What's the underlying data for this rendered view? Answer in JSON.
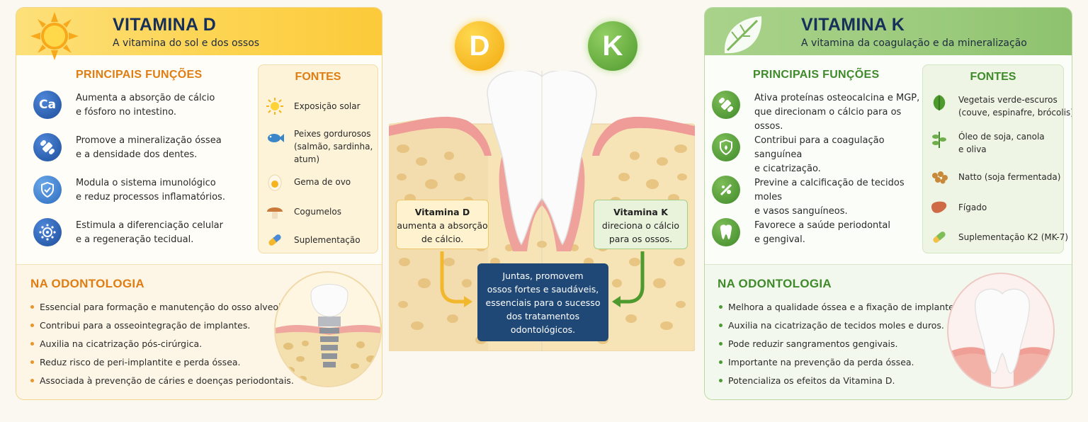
{
  "vit_d": {
    "title": "VITAMINA D",
    "subtitle": "A vitamina do sol e dos ossos",
    "functions_title": "PRINCIPAIS FUNÇÕES",
    "functions": [
      {
        "icon": "calcium-icon",
        "icon_text": "Ca",
        "lines": [
          "Aumenta a absorção de cálcio",
          "e fósforo no intestino."
        ]
      },
      {
        "icon": "bone-icon",
        "lines": [
          "Promove a mineralização óssea",
          "e a densidade dos dentes."
        ]
      },
      {
        "icon": "shield-icon",
        "lines": [
          "Modula o sistema imunológico",
          "e reduz processos inflamatórios."
        ]
      },
      {
        "icon": "cell-icon",
        "lines": [
          "Estimula a diferenciação celular",
          "e a regeneração tecidual."
        ]
      }
    ],
    "sources_title": "FONTES",
    "sources": [
      {
        "icon": "sun-icon",
        "lines": [
          "Exposição solar"
        ]
      },
      {
        "icon": "fish-icon",
        "lines": [
          "Peixes gordurosos",
          "(salmão, sardinha,",
          "atum)"
        ]
      },
      {
        "icon": "egg-icon",
        "lines": [
          "Gema de ovo"
        ]
      },
      {
        "icon": "mushroom-icon",
        "lines": [
          "Cogumelos"
        ]
      },
      {
        "icon": "pill-icon",
        "lines": [
          "Suplementação"
        ]
      }
    ],
    "dentistry_title": "NA ODONTOLOGIA",
    "dentistry": [
      "Essencial para formação e manutenção do osso alveolar.",
      "Contribui para a osseointegração de implantes.",
      "Auxilia na cicatrização pós-cirúrgica.",
      "Reduz risco de peri-implantite e perda óssea.",
      "Associada à prevenção de cáries e doenças periodontais."
    ]
  },
  "vit_k": {
    "title": "VITAMINA K",
    "subtitle": "A vitamina da coagulação e da mineralização",
    "functions_title": "PRINCIPAIS FUNÇÕES",
    "functions": [
      {
        "icon": "bone-icon",
        "lines": [
          "Ativa proteínas osteocalcina e MGP,",
          "que direcionam o cálcio para os ossos."
        ]
      },
      {
        "icon": "shield-icon",
        "lines": [
          "Contribui para a coagulação sanguínea",
          "e cicatrização."
        ]
      },
      {
        "icon": "vessel-icon",
        "lines": [
          "Previne a calcificação de tecidos moles",
          "e vasos sanguíneos."
        ]
      },
      {
        "icon": "tooth-icon",
        "lines": [
          "Favorece a saúde periodontal",
          "e gengival."
        ]
      }
    ],
    "sources_title": "FONTES",
    "sources": [
      {
        "icon": "spinach-icon",
        "lines": [
          "Vegetais verde-escuros",
          "(couve, espinafre, brócolis)"
        ]
      },
      {
        "icon": "oil-icon",
        "lines": [
          "Óleo de soja, canola",
          "e oliva"
        ]
      },
      {
        "icon": "natto-icon",
        "lines": [
          "Natto (soja fermentada)"
        ]
      },
      {
        "icon": "liver-icon",
        "lines": [
          "Fígado"
        ]
      },
      {
        "icon": "pill-icon",
        "lines": [
          "Suplementação K2 (MK-7)"
        ]
      }
    ],
    "dentistry_title": "NA ODONTOLOGIA",
    "dentistry": [
      "Melhora a qualidade óssea e a fixação de implantes.",
      "Auxilia na cicatrização de tecidos moles e duros.",
      "Pode reduzir sangramentos gengivais.",
      "Importante na prevenção da perda óssea.",
      "Potencializa os efeitos da Vitamina D."
    ]
  },
  "center": {
    "badge_d": "D",
    "badge_k": "K",
    "callout_d": {
      "title": "Vitamina D",
      "lines": [
        "aumenta a absorção",
        "de cálcio."
      ]
    },
    "callout_k": {
      "title": "Vitamina K",
      "lines": [
        "direciona o cálcio",
        "para os ossos."
      ]
    },
    "joint": [
      "Juntas, promovem",
      "ossos fortes e saudáveis,",
      "essenciais para o sucesso",
      "dos tratamentos",
      "odontológicos."
    ]
  },
  "colors": {
    "d_accent": "#e07d12",
    "k_accent": "#3f8a2a",
    "navy": "#1f4877"
  }
}
